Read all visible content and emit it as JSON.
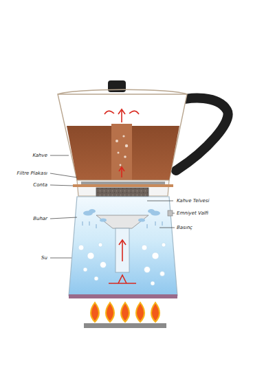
{
  "diagram": {
    "labels": [
      "Kahve",
      "Filtre Plakası",
      "Conta",
      "Buhar",
      "Su",
      "Kahve Telvesi",
      "Emniyet Valfi",
      "Basınç"
    ]
  }
}
